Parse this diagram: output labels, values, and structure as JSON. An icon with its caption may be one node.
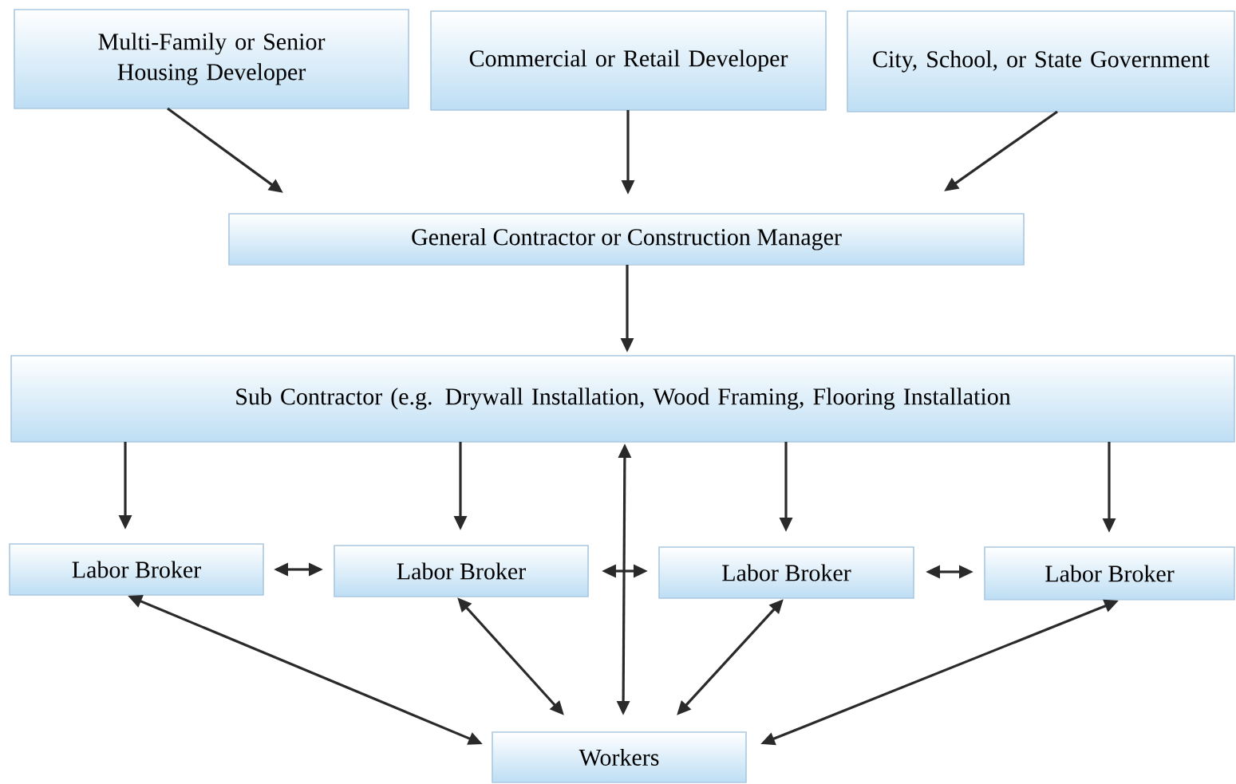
{
  "diagram": {
    "nodes": [
      {
        "text": [
          "Multi-Family or Senior Housing Developer"
        ]
      },
      {
        "text": [
          "Commercial or Retail Developer"
        ]
      },
      {
        "text": [
          "City, School, or State Government"
        ]
      },
      {
        "text": [
          "General Contractor or Construction Manager"
        ]
      },
      {
        "text": [
          "Sub Contractor (e.g. Drywall Installation, Wood Framing, Flooring Installation"
        ]
      },
      {
        "text": [
          "Labor Broker"
        ]
      },
      {
        "text": [
          "Labor Broker"
        ]
      },
      {
        "text": [
          "Labor Broker"
        ]
      },
      {
        "text": [
          "Labor Broker"
        ]
      },
      {
        "text": [
          "Workers"
        ]
      }
    ],
    "edges": [
      {
        "from": 0,
        "to": 3,
        "arrow": "to"
      },
      {
        "from": 1,
        "to": 3,
        "arrow": "to"
      },
      {
        "from": 2,
        "to": 3,
        "arrow": "to"
      },
      {
        "from": 3,
        "to": 4,
        "arrow": "to"
      },
      {
        "from": 4,
        "to": 5,
        "arrow": "to"
      },
      {
        "from": 4,
        "to": 6,
        "arrow": "to"
      },
      {
        "from": 4,
        "to": 7,
        "arrow": "to"
      },
      {
        "from": 4,
        "to": 8,
        "arrow": "to"
      },
      {
        "from": 5,
        "to": 6,
        "arrow": "both"
      },
      {
        "from": 6,
        "to": 7,
        "arrow": "both"
      },
      {
        "from": 7,
        "to": 8,
        "arrow": "both"
      },
      {
        "from": 4,
        "to": 9,
        "arrow": "both"
      },
      {
        "from": 5,
        "to": 9,
        "arrow": "both"
      },
      {
        "from": 6,
        "to": 9,
        "arrow": "both"
      },
      {
        "from": 7,
        "to": 9,
        "arrow": "both"
      },
      {
        "from": 8,
        "to": 9,
        "arrow": "both"
      }
    ]
  }
}
